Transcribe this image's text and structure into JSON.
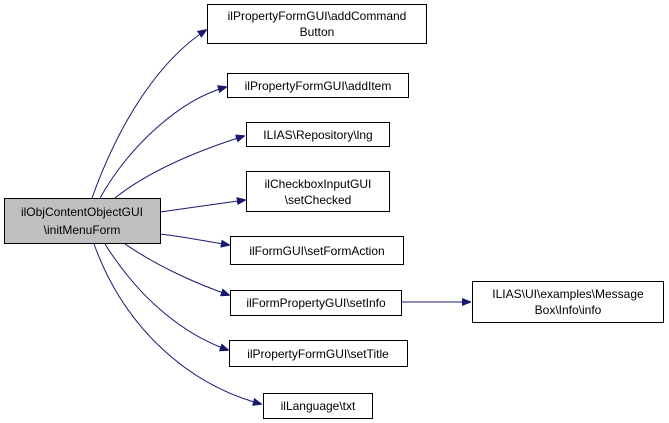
{
  "nodes": {
    "root": {
      "line1": "ilObjContentObjectGUI",
      "line2": "\\initMenuForm"
    },
    "addCommandButton": {
      "line1": "ilPropertyFormGUI\\addCommand",
      "line2": "Button"
    },
    "addItem": {
      "line1": "ilPropertyFormGUI\\addItem"
    },
    "lng": {
      "line1": "ILIAS\\Repository\\lng"
    },
    "setChecked": {
      "line1": "ilCheckboxInputGUI",
      "line2": "\\setChecked"
    },
    "setFormAction": {
      "line1": "ilFormGUI\\setFormAction"
    },
    "setInfo": {
      "line1": "ilFormPropertyGUI\\setInfo"
    },
    "setTitle": {
      "line1": "ilPropertyFormGUI\\setTitle"
    },
    "txt": {
      "line1": "ilLanguage\\txt"
    },
    "info": {
      "line1": "ILIAS\\UI\\examples\\Message",
      "line2": "Box\\Info\\info"
    }
  },
  "colors": {
    "edge": "#191970",
    "root_fill": "#bfbfbf",
    "node_fill": "#ffffff",
    "border": "#000000"
  }
}
